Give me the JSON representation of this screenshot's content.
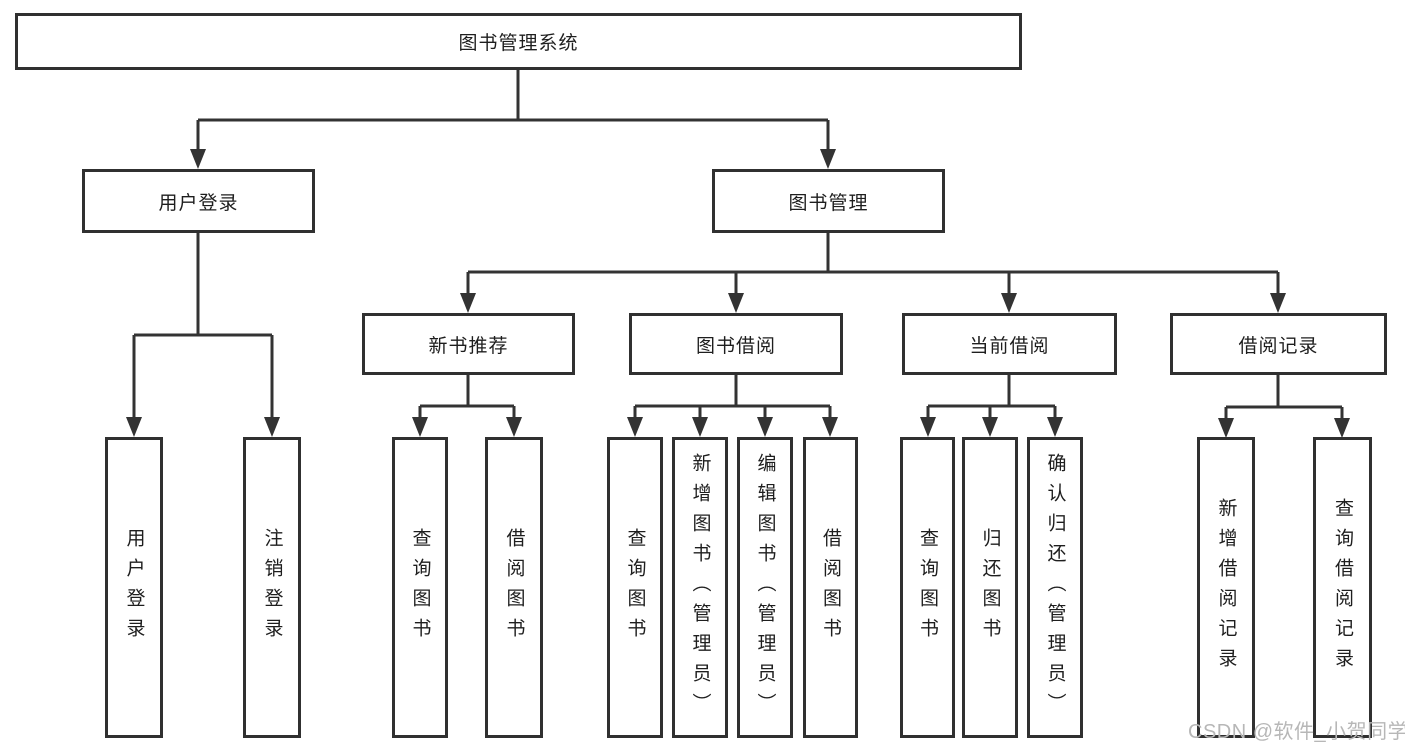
{
  "diagram": {
    "root": {
      "label": "图书管理系统"
    },
    "level2": {
      "user_login": {
        "label": "用户登录"
      },
      "book_mgmt": {
        "label": "图书管理"
      }
    },
    "level3": {
      "new_book_rec": {
        "label": "新书推荐"
      },
      "book_borrow": {
        "label": "图书借阅"
      },
      "current_borrow": {
        "label": "当前借阅"
      },
      "borrow_records": {
        "label": "借阅记录"
      }
    },
    "leaves": {
      "user_login": {
        "label": "用户登录"
      },
      "logout": {
        "label": "注销登录"
      },
      "nb_query": {
        "label": "查询图书"
      },
      "nb_borrow": {
        "label": "借阅图书"
      },
      "bb_query": {
        "label": "查询图书"
      },
      "bb_add_admin": {
        "label": "新增图书（管理员）"
      },
      "bb_edit_admin": {
        "label": "编辑图书（管理员）"
      },
      "bb_borrow": {
        "label": "借阅图书"
      },
      "cb_query": {
        "label": "查询图书"
      },
      "cb_return": {
        "label": "归还图书"
      },
      "cb_confirm_admin": {
        "label": "确认归还（管理员）"
      },
      "br_add_record": {
        "label": "新增借阅记录"
      },
      "br_query_record": {
        "label": "查询借阅记录"
      }
    }
  },
  "watermark": {
    "text": "CSDN @软件_小贺同学"
  },
  "colors": {
    "line": "#333333",
    "border": "#303030",
    "text": "#1e1e1e",
    "watermark": "#b7b7b7",
    "background": "#ffffff"
  }
}
